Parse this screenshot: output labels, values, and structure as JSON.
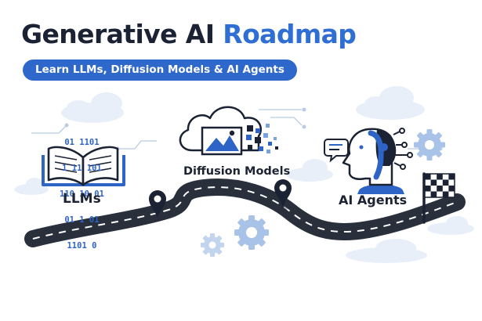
{
  "header": {
    "title_main": "Generative AI",
    "title_accent": "Roadmap",
    "subtitle": "Learn LLMs, Diffusion Models & AI Agents"
  },
  "stages": {
    "llms": "LLMs",
    "diffusion": "Diffusion Models",
    "agents": "AI Agents"
  },
  "binary_lines": [
    "01 1101",
    "1 11 101",
    "110 10 01",
    "01 1 01",
    "1101 0"
  ],
  "colors": {
    "navy": "#1b2233",
    "accent_blue": "#2f6fd3",
    "pill_blue": "#2e68cb",
    "road": "#2a2f3c",
    "light_blue": "#a9c3e8",
    "cloud": "#e7eef8"
  }
}
